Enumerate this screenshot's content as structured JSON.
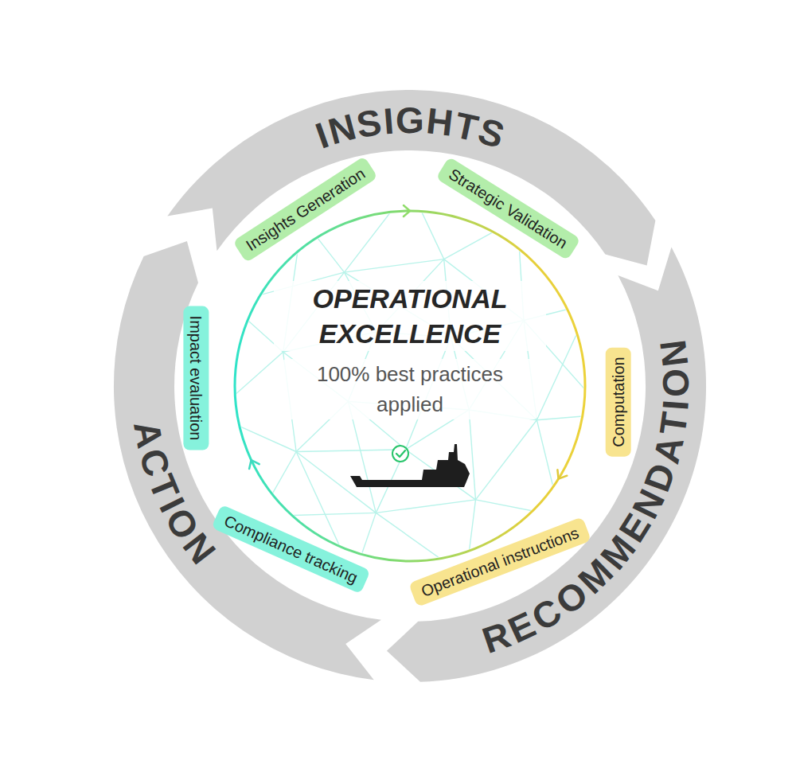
{
  "diagram": {
    "nodes": [
      {
        "text": [
          "INSIGHTS"
        ]
      },
      {
        "text": [
          "RECOMMENDATION"
        ]
      },
      {
        "text": [
          "ACTION"
        ]
      },
      {
        "text": [
          "OPERATIONAL EXCELLENCE",
          "100% best practices applied"
        ]
      },
      {
        "text": [
          "Insights Generation"
        ]
      },
      {
        "text": [
          "Strategic Validation"
        ]
      },
      {
        "text": [
          "Computation"
        ]
      },
      {
        "text": [
          "Operational instructions"
        ]
      },
      {
        "text": [
          "Compliance tracking"
        ]
      },
      {
        "text": [
          "Impact evaluation"
        ]
      }
    ]
  }
}
